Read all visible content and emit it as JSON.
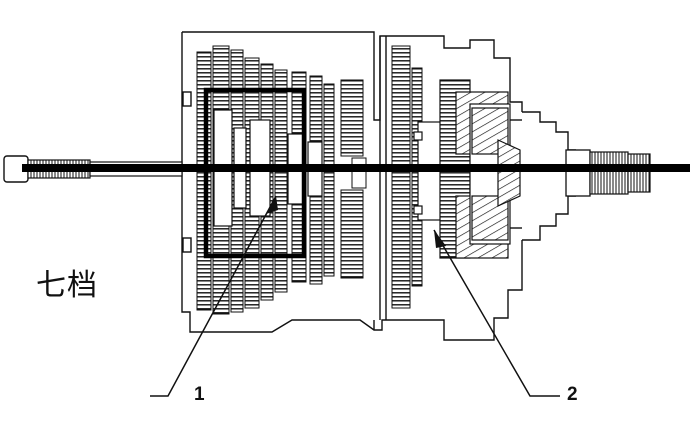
{
  "diagram": {
    "gear_label": "七档",
    "callouts": [
      {
        "id": "1",
        "label": "1"
      },
      {
        "id": "2",
        "label": "2"
      }
    ],
    "colors": {
      "line": "#111111",
      "background": "#ffffff",
      "highlight_frame": "#000000"
    }
  }
}
